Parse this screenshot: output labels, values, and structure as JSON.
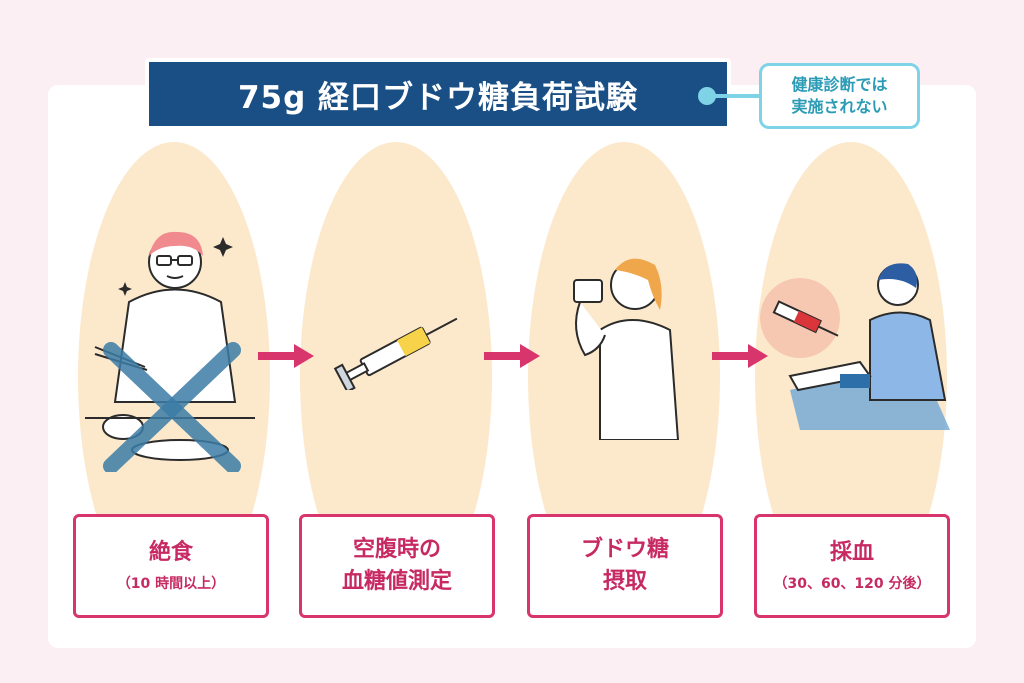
{
  "title": "75g 経口ブドウ糖負荷試験",
  "note": {
    "line1": "健康診断では",
    "line2": "実施されない"
  },
  "steps": [
    {
      "label": "絶食",
      "sub": "（10 時間以上）",
      "icon": "man-eating-crossed-icon"
    },
    {
      "label": "空腹時の",
      "label2": "血糖値測定",
      "icon": "syringe-icon"
    },
    {
      "label": "ブドウ糖",
      "label2": "摂取",
      "icon": "woman-drinking-icon"
    },
    {
      "label": "採血",
      "sub": "（30、60、120 分後）",
      "icon": "blood-draw-icon"
    }
  ],
  "colors": {
    "background": "#fbeff4",
    "title_bg": "#1a4f86",
    "accent": "#d9356d",
    "note_border": "#7fd3e6",
    "oval": "#fce9cc"
  }
}
